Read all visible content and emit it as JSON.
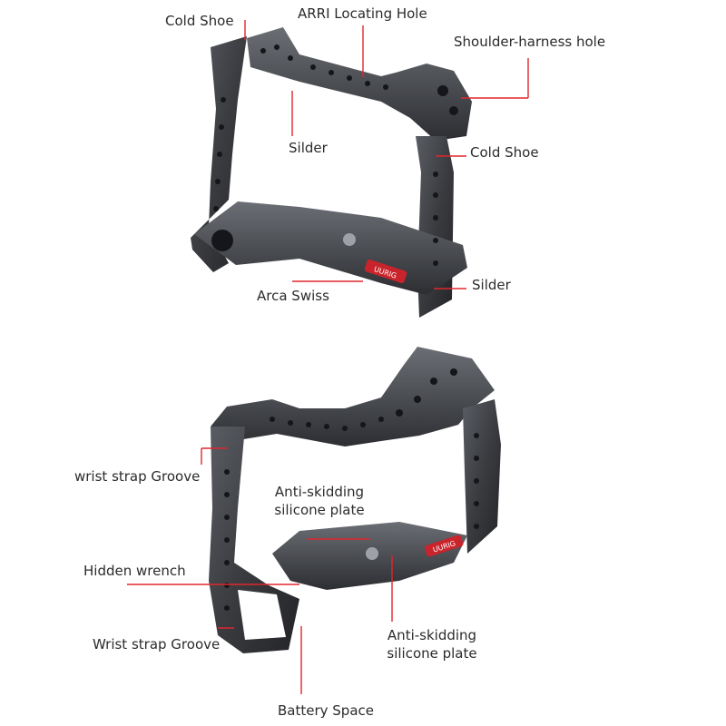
{
  "colors": {
    "callout": "#e0262e",
    "cage": "#3a3c40",
    "cage_highlight": "#6b6e74",
    "badge": "#c9232b"
  },
  "brand_badge": "UURIG",
  "top_cage": {
    "labels": {
      "cold_shoe_left": "Cold Shoe",
      "arri_locating_hole": "ARRI Locating Hole",
      "shoulder_harness_hole": "Shoulder-harness hole",
      "slider_top": "Silder",
      "cold_shoe_right": "Cold Shoe",
      "arca_swiss": "Arca Swiss",
      "slider_side": "Silder"
    }
  },
  "bottom_cage": {
    "labels": {
      "wrist_strap_groove_upper": "wrist strap Groove",
      "anti_skidding_upper_line1": "Anti-skidding",
      "anti_skidding_upper_line2": "silicone plate",
      "hidden_wrench": "Hidden wrench",
      "wrist_strap_groove_lower": "Wrist strap Groove",
      "anti_skidding_lower_line1": "Anti-skidding",
      "anti_skidding_lower_line2": "silicone plate",
      "battery_space": "Battery Space"
    }
  }
}
